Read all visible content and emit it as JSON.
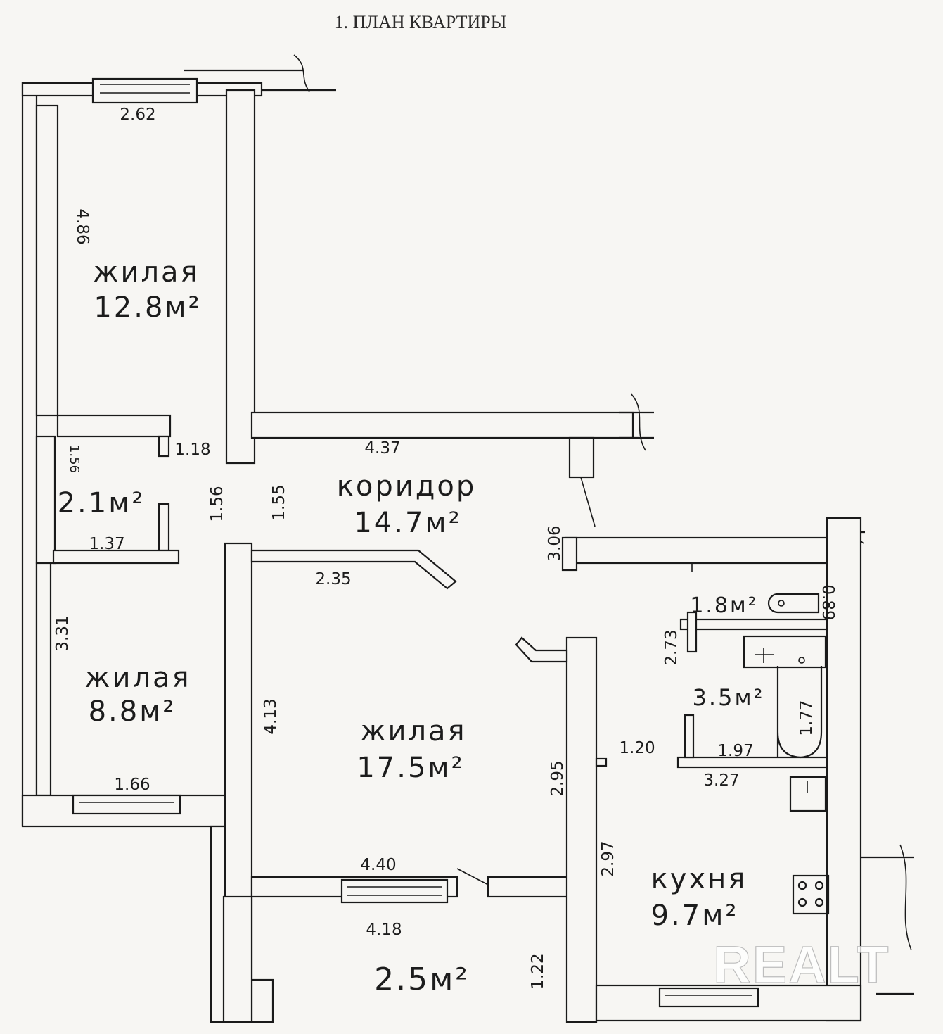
{
  "title": "1. ПЛАН КВАРТИРЫ",
  "rooms": {
    "bedroom_top": {
      "name": "жилая",
      "area": "12.8м²"
    },
    "storage": {
      "area": "2.1м²"
    },
    "bedroom_left": {
      "name": "жилая",
      "area": "8.8м²"
    },
    "corridor": {
      "name": "коридор",
      "area": "14.7м²"
    },
    "living": {
      "name": "жилая",
      "area": "17.5м²"
    },
    "toilet": {
      "area": "1.8м²"
    },
    "bathroom": {
      "area": "3.5м²"
    },
    "kitchen": {
      "name": "кухня",
      "area": "9.7м²"
    },
    "loggia": {
      "area": "2.5м²"
    }
  },
  "dimensions": {
    "d_262": "2.62",
    "d_486": "4.86",
    "d_118": "1.18",
    "d_156_small": "1.56",
    "d_156": "1.56",
    "d_155": "1.55",
    "d_437": "4.37",
    "d_137": "1.37",
    "d_306": "3.06",
    "d_235": "2.35",
    "d_331": "3.31",
    "d_413": "4.13",
    "d_089": "0.89",
    "d_273": "2.73",
    "d_177": "1.77",
    "d_120": "1.20",
    "d_197": "1.97",
    "d_327": "3.27",
    "d_295": "2.95",
    "d_297": "2.97",
    "d_166": "1.66",
    "d_440": "4.40",
    "d_418": "4.18",
    "d_122": "1.22"
  },
  "watermark": "REALT"
}
